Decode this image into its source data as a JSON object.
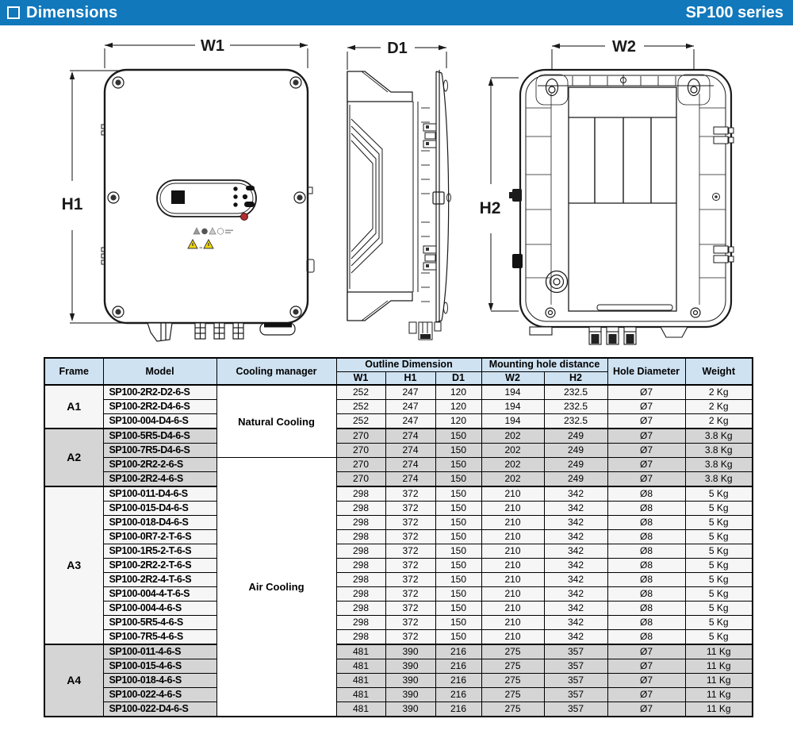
{
  "header": {
    "title": "Dimensions",
    "series": "SP100 series",
    "bar_color": "#1178bc"
  },
  "drawings": {
    "labels": {
      "w1": "W1",
      "h1": "H1",
      "d1": "D1",
      "w2": "W2",
      "h2": "H2"
    },
    "views": [
      "front-view",
      "side-view",
      "back-view"
    ]
  },
  "table": {
    "headers": {
      "frame": "Frame",
      "model": "Model",
      "cooling": "Cooling manager",
      "outline_group": "Outline Dimension",
      "mounting_group": "Mounting hole distance",
      "w1": "W1",
      "h1": "H1",
      "d1": "D1",
      "w2": "W2",
      "h2": "H2",
      "hole": "Hole Diameter",
      "weight": "Weight"
    },
    "cooling_spans": [
      {
        "label": "Natural Cooling",
        "rows": 5
      },
      {
        "label": "Air Cooling",
        "rows": 18
      }
    ],
    "groups": [
      {
        "frame": "A1",
        "shaded": false,
        "rows": [
          [
            "SP100-2R2-D2-6-S",
            "252",
            "247",
            "120",
            "194",
            "232.5",
            "Ø7",
            "2 Kg"
          ],
          [
            "SP100-2R2-D4-6-S",
            "252",
            "247",
            "120",
            "194",
            "232.5",
            "Ø7",
            "2 Kg"
          ],
          [
            "SP100-004-D4-6-S",
            "252",
            "247",
            "120",
            "194",
            "232.5",
            "Ø7",
            "2 Kg"
          ]
        ]
      },
      {
        "frame": "A2",
        "shaded": true,
        "rows": [
          [
            "SP100-5R5-D4-6-S",
            "270",
            "274",
            "150",
            "202",
            "249",
            "Ø7",
            "3.8 Kg"
          ],
          [
            "SP100-7R5-D4-6-S",
            "270",
            "274",
            "150",
            "202",
            "249",
            "Ø7",
            "3.8 Kg"
          ],
          [
            "SP100-2R2-2-6-S",
            "270",
            "274",
            "150",
            "202",
            "249",
            "Ø7",
            "3.8 Kg"
          ],
          [
            "SP100-2R2-4-6-S",
            "270",
            "274",
            "150",
            "202",
            "249",
            "Ø7",
            "3.8 Kg"
          ]
        ]
      },
      {
        "frame": "A3",
        "shaded": false,
        "rows": [
          [
            "SP100-011-D4-6-S",
            "298",
            "372",
            "150",
            "210",
            "342",
            "Ø8",
            "5 Kg"
          ],
          [
            "SP100-015-D4-6-S",
            "298",
            "372",
            "150",
            "210",
            "342",
            "Ø8",
            "5 Kg"
          ],
          [
            "SP100-018-D4-6-S",
            "298",
            "372",
            "150",
            "210",
            "342",
            "Ø8",
            "5 Kg"
          ],
          [
            "SP100-0R7-2-T-6-S",
            "298",
            "372",
            "150",
            "210",
            "342",
            "Ø8",
            "5 Kg"
          ],
          [
            "SP100-1R5-2-T-6-S",
            "298",
            "372",
            "150",
            "210",
            "342",
            "Ø8",
            "5 Kg"
          ],
          [
            "SP100-2R2-2-T-6-S",
            "298",
            "372",
            "150",
            "210",
            "342",
            "Ø8",
            "5 Kg"
          ],
          [
            "SP100-2R2-4-T-6-S",
            "298",
            "372",
            "150",
            "210",
            "342",
            "Ø8",
            "5 Kg"
          ],
          [
            "SP100-004-4-T-6-S",
            "298",
            "372",
            "150",
            "210",
            "342",
            "Ø8",
            "5 Kg"
          ],
          [
            "SP100-004-4-6-S",
            "298",
            "372",
            "150",
            "210",
            "342",
            "Ø8",
            "5 Kg"
          ],
          [
            "SP100-5R5-4-6-S",
            "298",
            "372",
            "150",
            "210",
            "342",
            "Ø8",
            "5 Kg"
          ],
          [
            "SP100-7R5-4-6-S",
            "298",
            "372",
            "150",
            "210",
            "342",
            "Ø8",
            "5 Kg"
          ]
        ]
      },
      {
        "frame": "A4",
        "shaded": true,
        "rows": [
          [
            "SP100-011-4-6-S",
            "481",
            "390",
            "216",
            "275",
            "357",
            "Ø7",
            "11 Kg"
          ],
          [
            "SP100-015-4-6-S",
            "481",
            "390",
            "216",
            "275",
            "357",
            "Ø7",
            "11 Kg"
          ],
          [
            "SP100-018-4-6-S",
            "481",
            "390",
            "216",
            "275",
            "357",
            "Ø7",
            "11 Kg"
          ],
          [
            "SP100-022-4-6-S",
            "481",
            "390",
            "216",
            "275",
            "357",
            "Ø7",
            "11 Kg"
          ],
          [
            "SP100-022-D4-6-S",
            "481",
            "390",
            "216",
            "275",
            "357",
            "Ø7",
            "11 Kg"
          ]
        ]
      }
    ]
  }
}
